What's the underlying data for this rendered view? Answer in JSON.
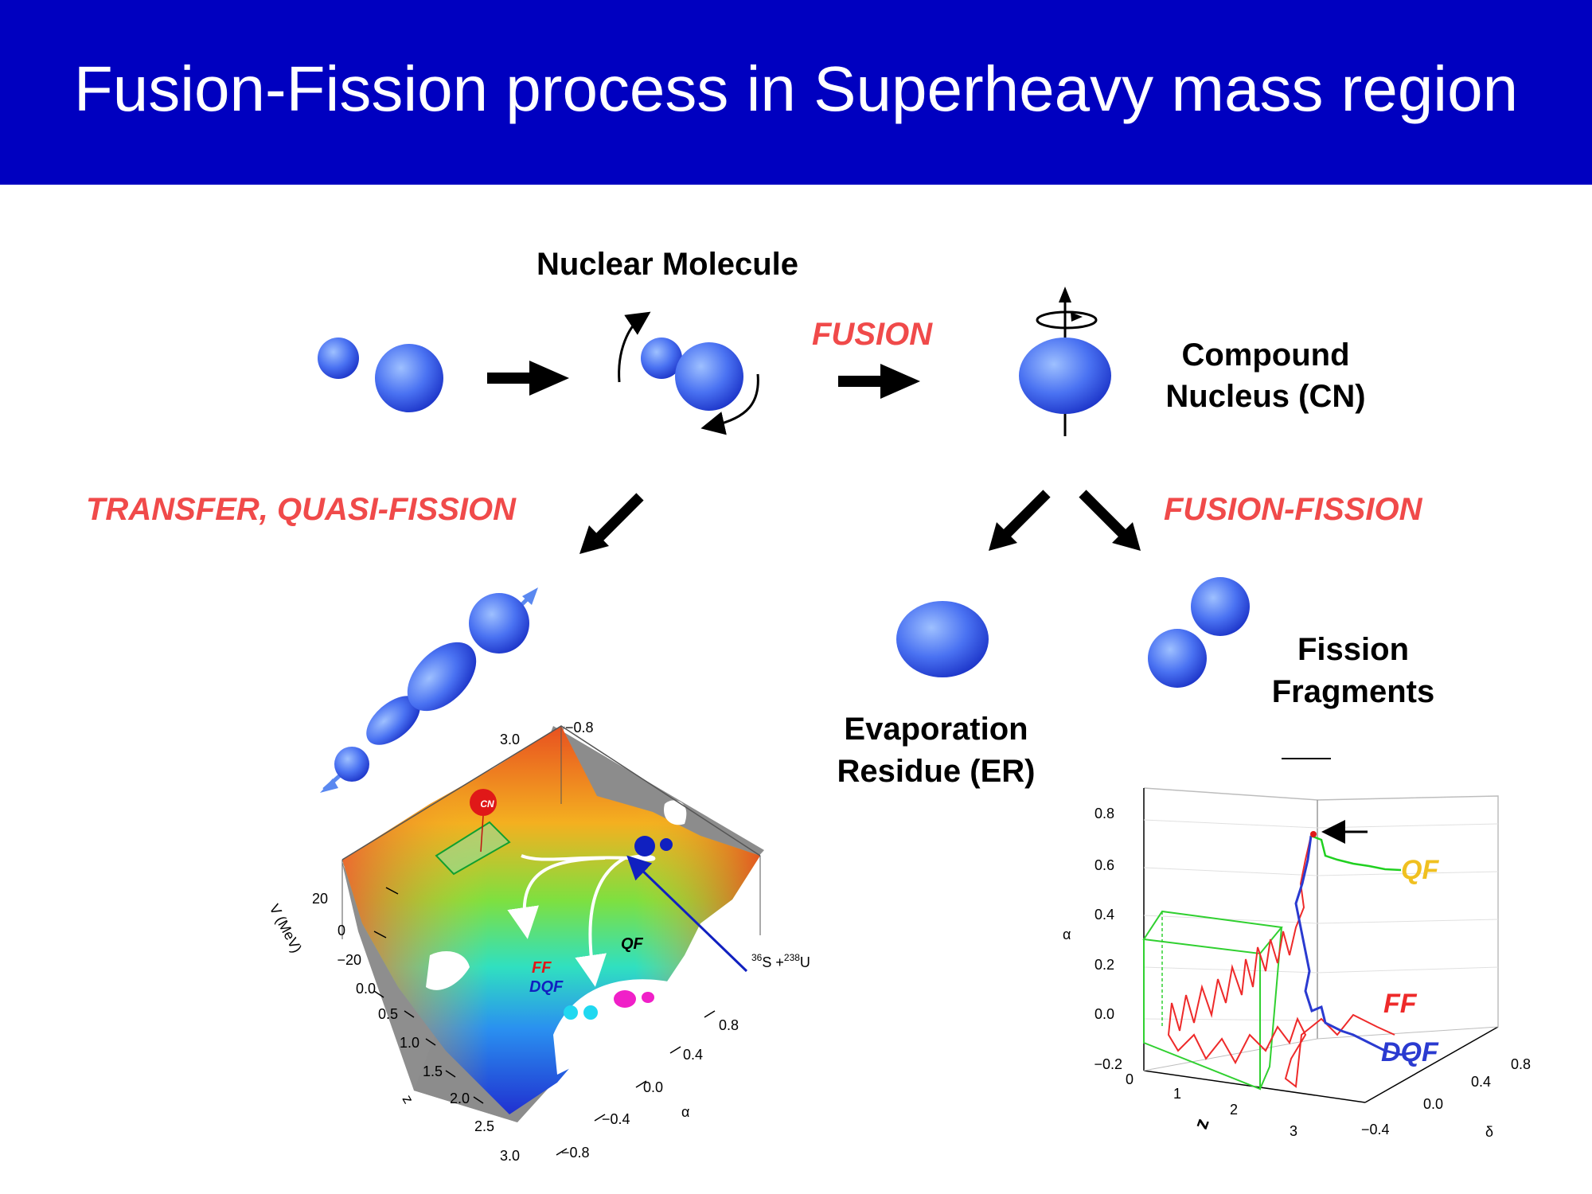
{
  "slide": {
    "title": "Fusion-Fission process in Superheavy mass region",
    "colors": {
      "banner": "#0000c0",
      "process_red": "#f04a4a",
      "sphere": "#3a5ff0"
    }
  },
  "labels": {
    "nuclear_molecule": "Nuclear Molecule",
    "fusion": "FUSION",
    "compound_nucleus_line1": "Compound",
    "compound_nucleus_line2": "Nucleus (CN)",
    "transfer_quasi_fission": "TRANSFER, QUASI-FISSION",
    "fusion_fission": "FUSION-FISSION",
    "evaporation_residue_line1": "Evaporation",
    "evaporation_residue_line2": "Residue (ER)",
    "fission_fragments_line1": "Fission",
    "fission_fragments_line2": "Fragments"
  },
  "potential_surface": {
    "v_axis_label": "V (MeV)",
    "v_ticks": [
      "20",
      "0",
      "−20"
    ],
    "z_axis_label": "z",
    "z_ticks": [
      "0.0",
      "0.5",
      "1.0",
      "1.5",
      "2.0",
      "2.5",
      "3.0"
    ],
    "alpha_axis_label": "α",
    "alpha_ticks": [
      "0.8",
      "0.4",
      "0.0",
      "−0.4",
      "−0.8"
    ],
    "corner_labels": [
      "3.0",
      "−0.8"
    ],
    "cn_marker": "CN",
    "path_labels": {
      "ff": "FF",
      "dqf": "DQF",
      "qf": "QF"
    },
    "reaction": {
      "a_mass": "36",
      "a_symbol": "S",
      "plus": " +",
      "b_mass": "238",
      "b_symbol": "U"
    }
  },
  "trajectory_plot": {
    "alpha_axis_label": "α",
    "alpha_ticks": [
      "0.8",
      "0.6",
      "0.4",
      "0.2",
      "0.0",
      "−0.2"
    ],
    "z_axis_label": "z",
    "z_ticks": [
      "0",
      "1",
      "2",
      "3"
    ],
    "delta_axis_label": "δ",
    "delta_ticks": [
      "0.8",
      "0.4",
      "0.0",
      "−0.4"
    ],
    "legend": {
      "qf": "QF",
      "ff": "FF",
      "dqf": "DQF"
    },
    "legend_colors": {
      "qf": "#f0c020",
      "ff": "#ee2a2a",
      "dqf": "#2a3ad0"
    }
  }
}
